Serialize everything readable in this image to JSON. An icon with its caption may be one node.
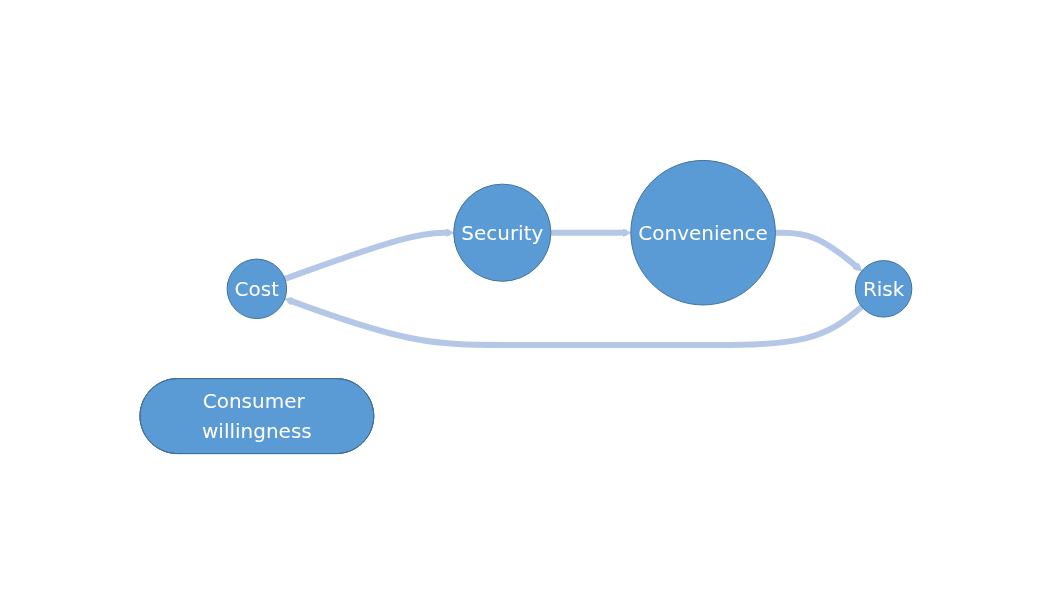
{
  "diagram": {
    "nodes": [
      {
        "text": [
          "Cost"
        ]
      },
      {
        "text": [
          "Risk"
        ]
      },
      {
        "text": [
          "Consumer willingness"
        ]
      },
      {
        "text": [
          "Security"
        ]
      },
      {
        "text": [
          "Convenience"
        ]
      }
    ],
    "edges": [
      {
        "from": 1,
        "to": 0,
        "arrow": "to"
      },
      {
        "from": 0,
        "to": 3,
        "arrow": "to"
      },
      {
        "from": 3,
        "to": 4,
        "arrow": "to"
      },
      {
        "from": 4,
        "to": 1,
        "arrow": "to"
      }
    ]
  }
}
